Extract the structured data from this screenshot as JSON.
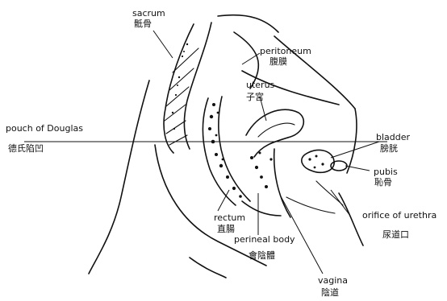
{
  "labels": {
    "sacrum": {
      "en": "sacrum",
      "zh": "骶骨"
    },
    "peritoneum": {
      "en": "peritoneum",
      "zh": "腹膜"
    },
    "uterus": {
      "en": "uterus",
      "zh": "子宮"
    },
    "pouch": {
      "en": "pouch of Douglas",
      "zh": "德氏陷凹"
    },
    "bladder": {
      "en": "bladder",
      "zh": "膀胱"
    },
    "pubis": {
      "en": "pubis",
      "zh": "恥骨"
    },
    "rectum": {
      "en": "rectum",
      "zh": "直腸"
    },
    "urethra": {
      "en": "orifice of urethra",
      "zh": "尿道口"
    },
    "perineal": {
      "en": "perineal body",
      "zh": "會陰體"
    },
    "vagina": {
      "en": "vagina",
      "zh": "陰道"
    }
  }
}
